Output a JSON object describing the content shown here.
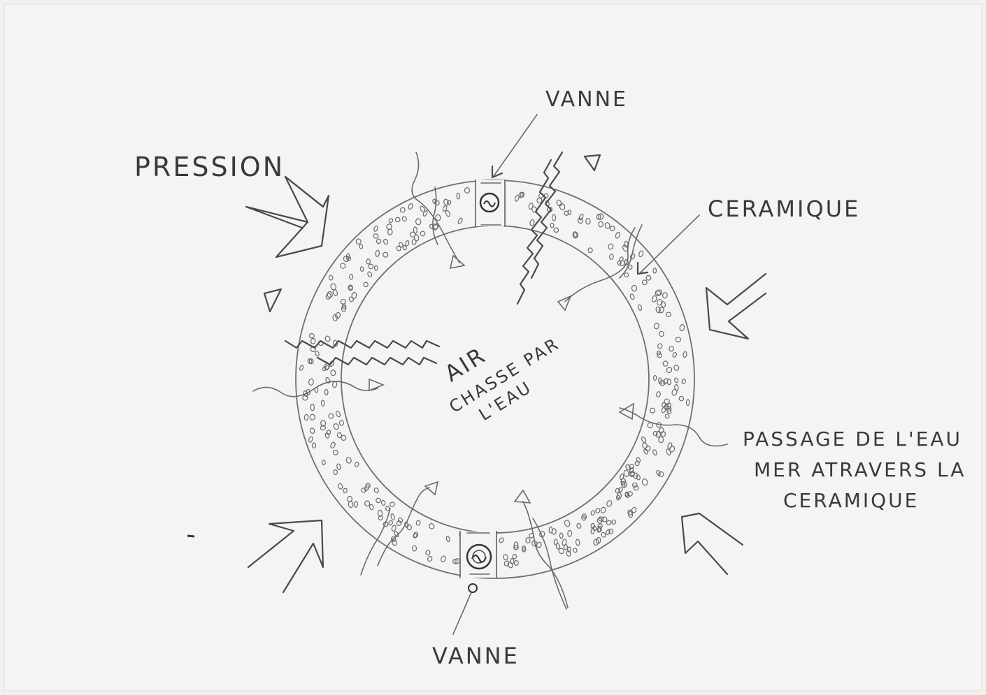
{
  "labels": {
    "pression": "PRESSION",
    "vanne_top": "VANNE",
    "ceramique": "CERAMIQUE",
    "air_line1": "AIR",
    "air_line2": "CHASSE PAR",
    "air_line3": "L'EAU",
    "passage_line1": "PASSAGE DE L'EAU",
    "passage_line2": "MER ATRAVERS LA",
    "passage_line3": "CERAMIQUE",
    "vanne_bottom": "VANNE"
  },
  "colors": {
    "paper": "#f1f1ef",
    "pencil": "#4a4a4a"
  }
}
